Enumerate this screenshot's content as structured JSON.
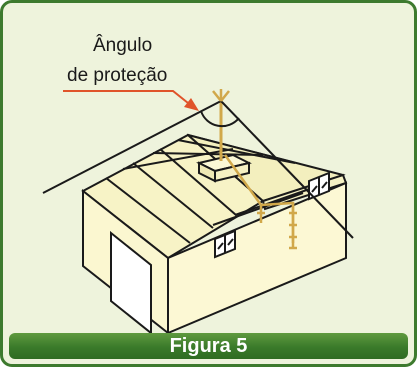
{
  "diagram": {
    "label_line1": "Ângulo",
    "label_line2": "de proteção",
    "caption": "Figura 5"
  },
  "colors": {
    "background": "#eef3dc",
    "frame": "#3d7a2e",
    "wall": "#fbf7d0",
    "roof": "#f7f3c6",
    "outline": "#1a1a1a",
    "leader": "#e0532a",
    "conductor": "#d1a84a"
  }
}
